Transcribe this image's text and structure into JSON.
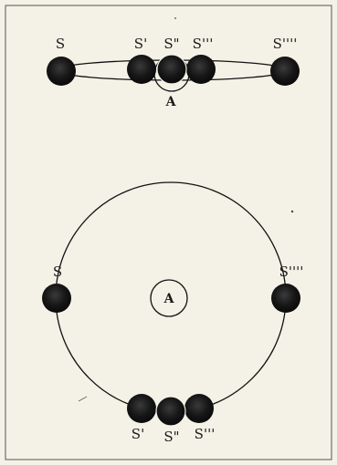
{
  "colors": {
    "paper": "#f4f1e6",
    "ink": "#121212",
    "sphere": "#151515"
  },
  "top_figure": {
    "labels": {
      "s0": "S",
      "s1": "S'",
      "s2": "S\"",
      "s3": "S'''",
      "s4": "S''''",
      "center": "A"
    }
  },
  "bottom_figure": {
    "labels": {
      "s0": "S",
      "s1": "S'",
      "s2": "S\"",
      "s3": "S'''",
      "s4": "S''''",
      "center": "A"
    }
  }
}
